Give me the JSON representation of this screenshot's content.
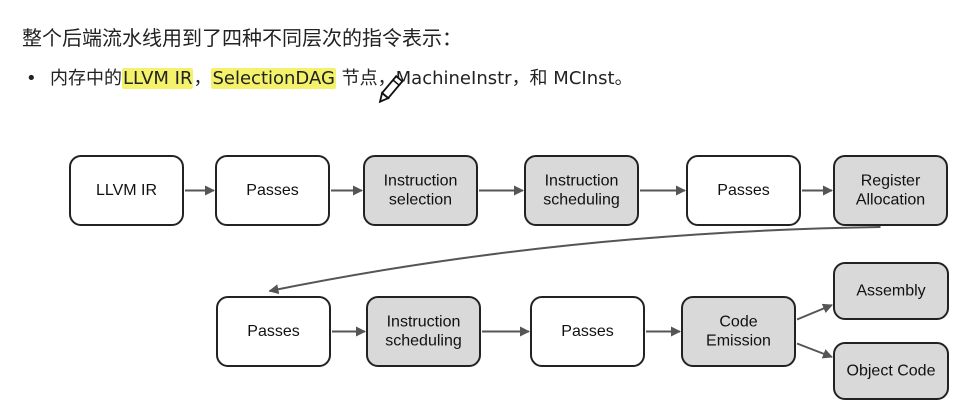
{
  "header": {
    "title": "整个后端流水线用到了四种不同层次的指令表示："
  },
  "bullet": {
    "marker": "•",
    "prefix": "内存中的",
    "item1": "LLVM IR",
    "sep1": "，",
    "item2": "SelectionDAG",
    "item2_suffix": " 节点",
    "sep2": "，",
    "item3": "MachineInstr",
    "sep3": "，和 ",
    "item4": "MCInst",
    "end": "。"
  },
  "colors": {
    "highlight": "#f3f26a",
    "node_plain": "#ffffff",
    "node_shaded": "#d9d9d9",
    "stroke": "#222222",
    "arrow": "#555555"
  },
  "nodes": [
    {
      "id": "llvm-ir",
      "lines": [
        "LLVM IR"
      ],
      "shaded": false
    },
    {
      "id": "passes-1",
      "lines": [
        "Passes"
      ],
      "shaded": false
    },
    {
      "id": "instruction-selection",
      "lines": [
        "Instruction",
        "selection"
      ],
      "shaded": true
    },
    {
      "id": "instruction-scheduling-1",
      "lines": [
        "Instruction",
        "scheduling"
      ],
      "shaded": true
    },
    {
      "id": "passes-2",
      "lines": [
        "Passes"
      ],
      "shaded": false
    },
    {
      "id": "register-allocation",
      "lines": [
        "Register",
        "Allocation"
      ],
      "shaded": true
    },
    {
      "id": "passes-3",
      "lines": [
        "Passes"
      ],
      "shaded": false
    },
    {
      "id": "instruction-scheduling-2",
      "lines": [
        "Instruction",
        "scheduling"
      ],
      "shaded": true
    },
    {
      "id": "passes-4",
      "lines": [
        "Passes"
      ],
      "shaded": false
    },
    {
      "id": "code-emission",
      "lines": [
        "Code",
        "Emission"
      ],
      "shaded": true
    },
    {
      "id": "assembly",
      "lines": [
        "Assembly"
      ],
      "shaded": true
    },
    {
      "id": "object-code",
      "lines": [
        "Object Code"
      ],
      "shaded": true
    }
  ],
  "edges": [
    [
      "llvm-ir",
      "passes-1"
    ],
    [
      "passes-1",
      "instruction-selection"
    ],
    [
      "instruction-selection",
      "instruction-scheduling-1"
    ],
    [
      "instruction-scheduling-1",
      "passes-2"
    ],
    [
      "passes-2",
      "register-allocation"
    ],
    [
      "register-allocation",
      "passes-3"
    ],
    [
      "passes-3",
      "instruction-scheduling-2"
    ],
    [
      "instruction-scheduling-2",
      "passes-4"
    ],
    [
      "passes-4",
      "code-emission"
    ],
    [
      "code-emission",
      "assembly"
    ],
    [
      "code-emission",
      "object-code"
    ]
  ]
}
